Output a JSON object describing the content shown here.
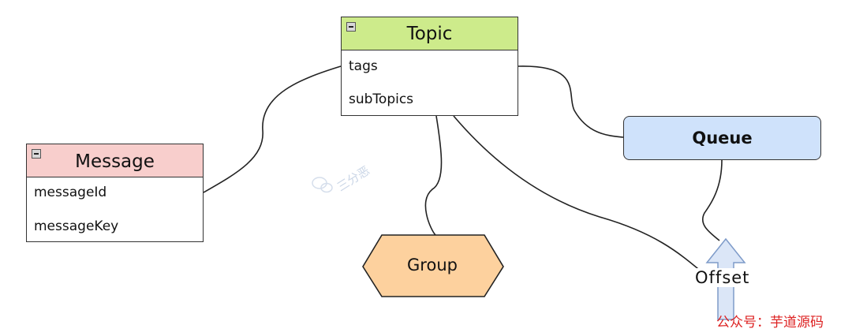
{
  "topic": {
    "title": "Topic",
    "fields": [
      "tags",
      "subTopics"
    ],
    "header_color": "#cdeb8b"
  },
  "message": {
    "title": "Message",
    "fields": [
      "messageId",
      "messageKey"
    ],
    "header_color": "#f8cecc"
  },
  "queue": {
    "label": "Queue",
    "fill": "#cfe2fb"
  },
  "group": {
    "label": "Group",
    "fill": "#fdd19e"
  },
  "offset": {
    "label": "Offset",
    "arrow_fill": "#dbe6f7"
  },
  "watermark": {
    "center": "三分恶",
    "corner": "公众号：芋道源码"
  },
  "icons": {
    "collapse": "collapse-minus-icon",
    "arrow": "up-arrow-icon",
    "wechat": "wechat-logo-icon"
  }
}
